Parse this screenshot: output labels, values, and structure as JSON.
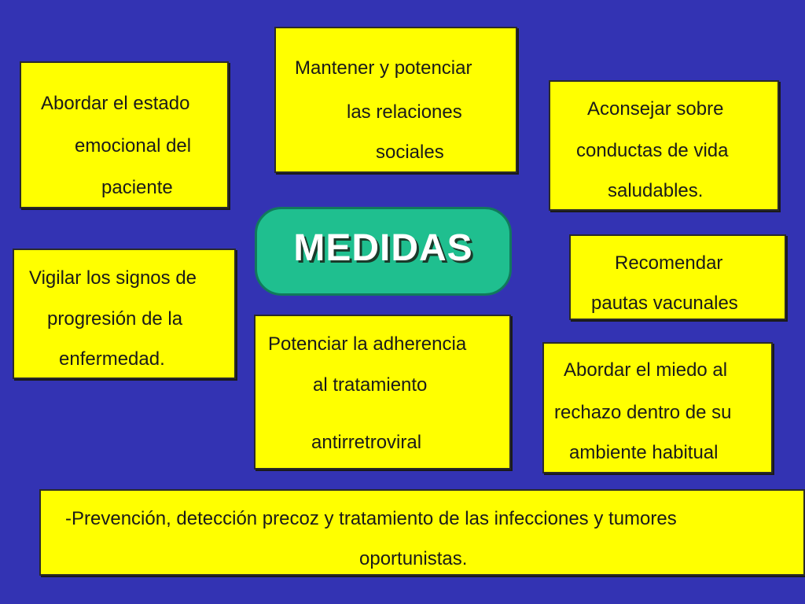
{
  "center": {
    "title": "MEDIDAS"
  },
  "boxes": {
    "estado": {
      "lines": [
        "Abordar el estado",
        "emocional del",
        "paciente"
      ]
    },
    "relaciones": {
      "lines": [
        "Mantener y potenciar",
        "las relaciones",
        "sociales"
      ]
    },
    "conductas": {
      "lines": [
        "Aconsejar sobre",
        "conductas de vida",
        "saludables."
      ]
    },
    "signos": {
      "lines": [
        "Vigilar los signos de",
        "progresión de la",
        "enfermedad."
      ]
    },
    "adherencia": {
      "lines": [
        "Potenciar la adherencia",
        "al tratamiento",
        "antirretroviral"
      ]
    },
    "vacunas": {
      "lines": [
        "Recomendar",
        "pautas vacunales"
      ]
    },
    "miedo": {
      "lines": [
        "Abordar el miedo al",
        "rechazo dentro de su",
        "ambiente habitual"
      ]
    },
    "prevencion": {
      "lines": [
        "-Prevención, detección precoz y tratamiento de las infecciones y tumores",
        "oportunistas."
      ]
    }
  },
  "colors": {
    "background": "#3333b3",
    "box_fill": "#ffff00",
    "center_fill": "#1fbf8f"
  }
}
